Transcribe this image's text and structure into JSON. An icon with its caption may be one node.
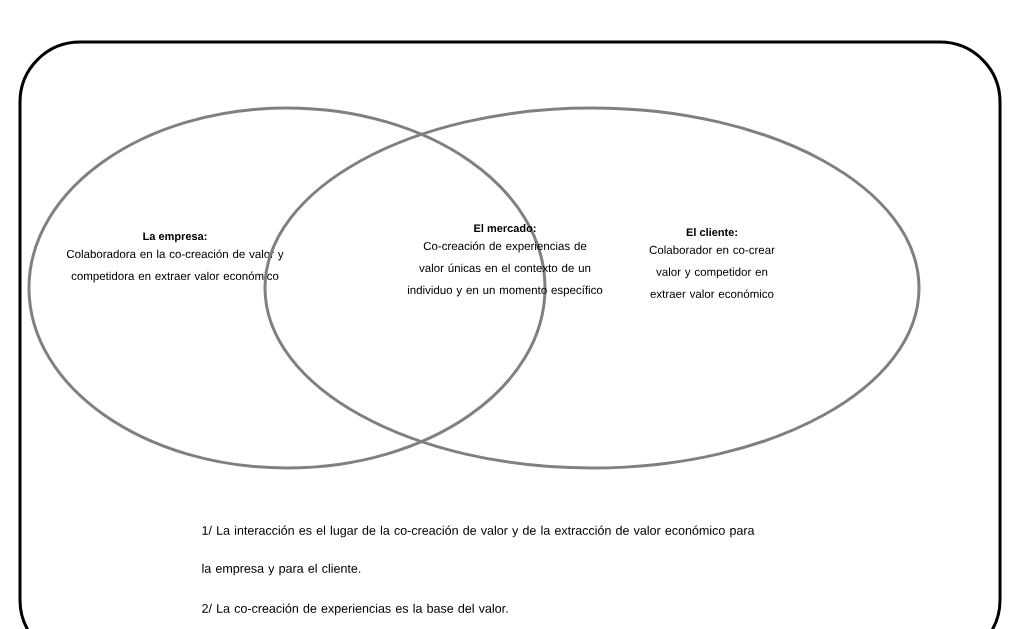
{
  "diagram": {
    "nodes": [
      {
        "text": [
          "La empresa:",
          "Colaboradora en la co-creación de valor y competidora en extraer valor económico"
        ]
      },
      {
        "text": [
          "El cliente:",
          "Colaborador en co-crear valor y competidor en extraer valor económico"
        ]
      }
    ],
    "labels": [
      "El mercado:",
      "Co-creación de experiencias de valor únicas en el contexto de un individuo y en un momento específico",
      "1/ La interacción es el lugar de la co-creación de valor y de la extracción de valor económico para la empresa y para el cliente.",
      "2/ La co-creación de experiencias es la base del valor."
    ]
  }
}
